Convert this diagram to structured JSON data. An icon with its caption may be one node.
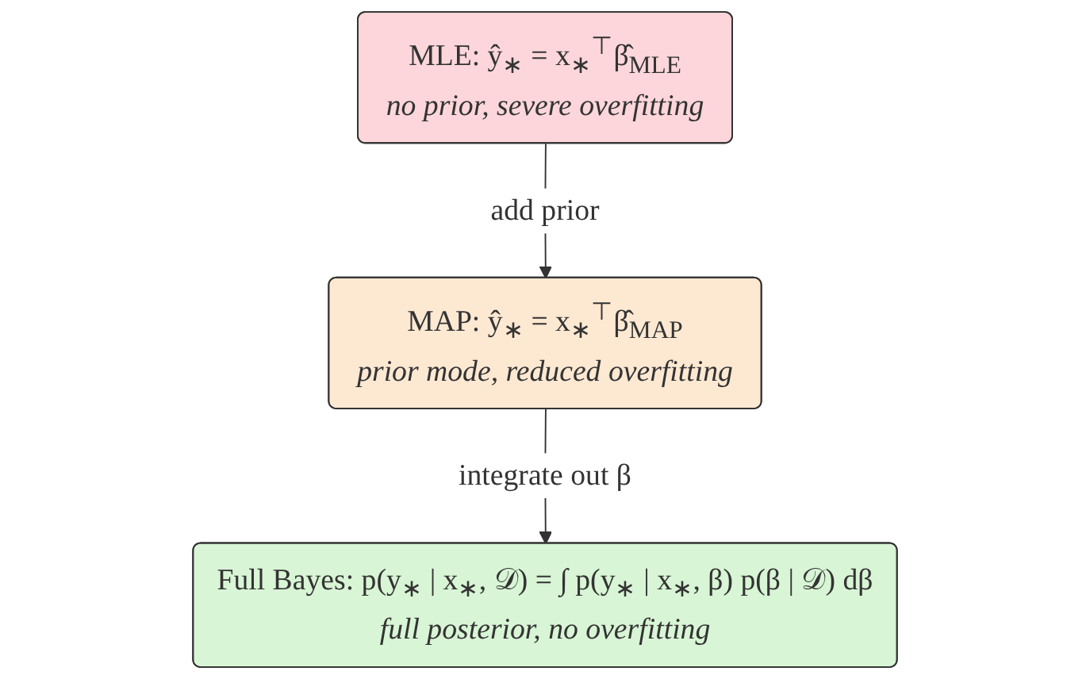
{
  "diagram": {
    "nodes": [
      {
        "text": [
          "MLE: ŷ$_{∗}$ = x$_{∗}$$^{⊤}$β̂$_{MLE}$",
          "no prior, severe overfitting"
        ]
      },
      {
        "text": [
          "MAP: ŷ$_{∗}$ = x$_{∗}$$^{⊤}$β̂$_{MAP}$",
          "prior mode, reduced overfitting"
        ]
      },
      {
        "text": [
          "Full Bayes: p(y$_{∗}$ | x$_{∗}$, 𝒟) = ∫ p(y$_{∗}$ | x$_{∗}$, β) p(β | 𝒟) dβ",
          "full posterior, no overfitting"
        ]
      }
    ],
    "edges": [
      {
        "from": 0,
        "to": 1,
        "arrow": "to",
        "label": "add prior"
      },
      {
        "from": 1,
        "to": 2,
        "arrow": "to",
        "label": "integrate out β"
      }
    ]
  }
}
